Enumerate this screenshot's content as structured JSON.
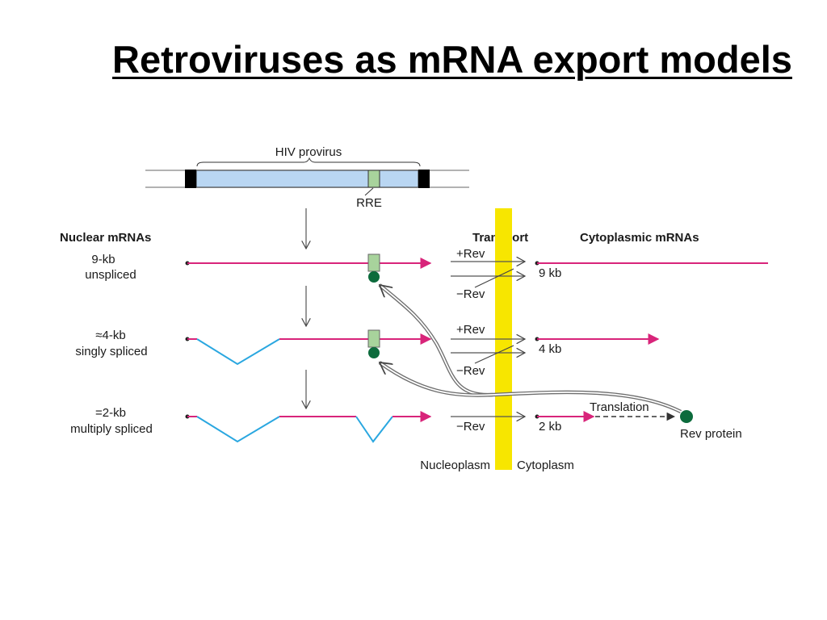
{
  "title": "Retroviruses as mRNA export models",
  "colors": {
    "provirus_body": "#b9d6f2",
    "rre_box": "#a8d39c",
    "membrane": "#f7e600",
    "mrna_exon": "#d8247a",
    "intron": "#2aa7e0",
    "rev_protein": "#0c6b3c",
    "arrow_gray": "#666666"
  },
  "provirus": {
    "label": "HIV provirus",
    "rre_label": "RRE"
  },
  "headers": {
    "nuclear": "Nuclear mRNAs",
    "transport": "Transport",
    "cytoplasmic": "Cytoplasmic mRNAs"
  },
  "rows": [
    {
      "label_line1": "9-kb",
      "label_line2": "unspliced",
      "plus_rev": "+Rev",
      "minus_rev": "−Rev",
      "cyto_size": "9 kb"
    },
    {
      "label_line1": "≈4-kb",
      "label_line2": "singly spliced",
      "plus_rev": "+Rev",
      "minus_rev": "−Rev",
      "cyto_size": "4 kb"
    },
    {
      "label_line1": "=2-kb",
      "label_line2": "multiply spliced",
      "minus_rev": "−Rev",
      "cyto_size": "2 kb"
    }
  ],
  "translation_label": "Translation",
  "rev_protein_label": "Rev protein",
  "compartments": {
    "left": "Nucleoplasm",
    "right": "Cytoplasm"
  }
}
